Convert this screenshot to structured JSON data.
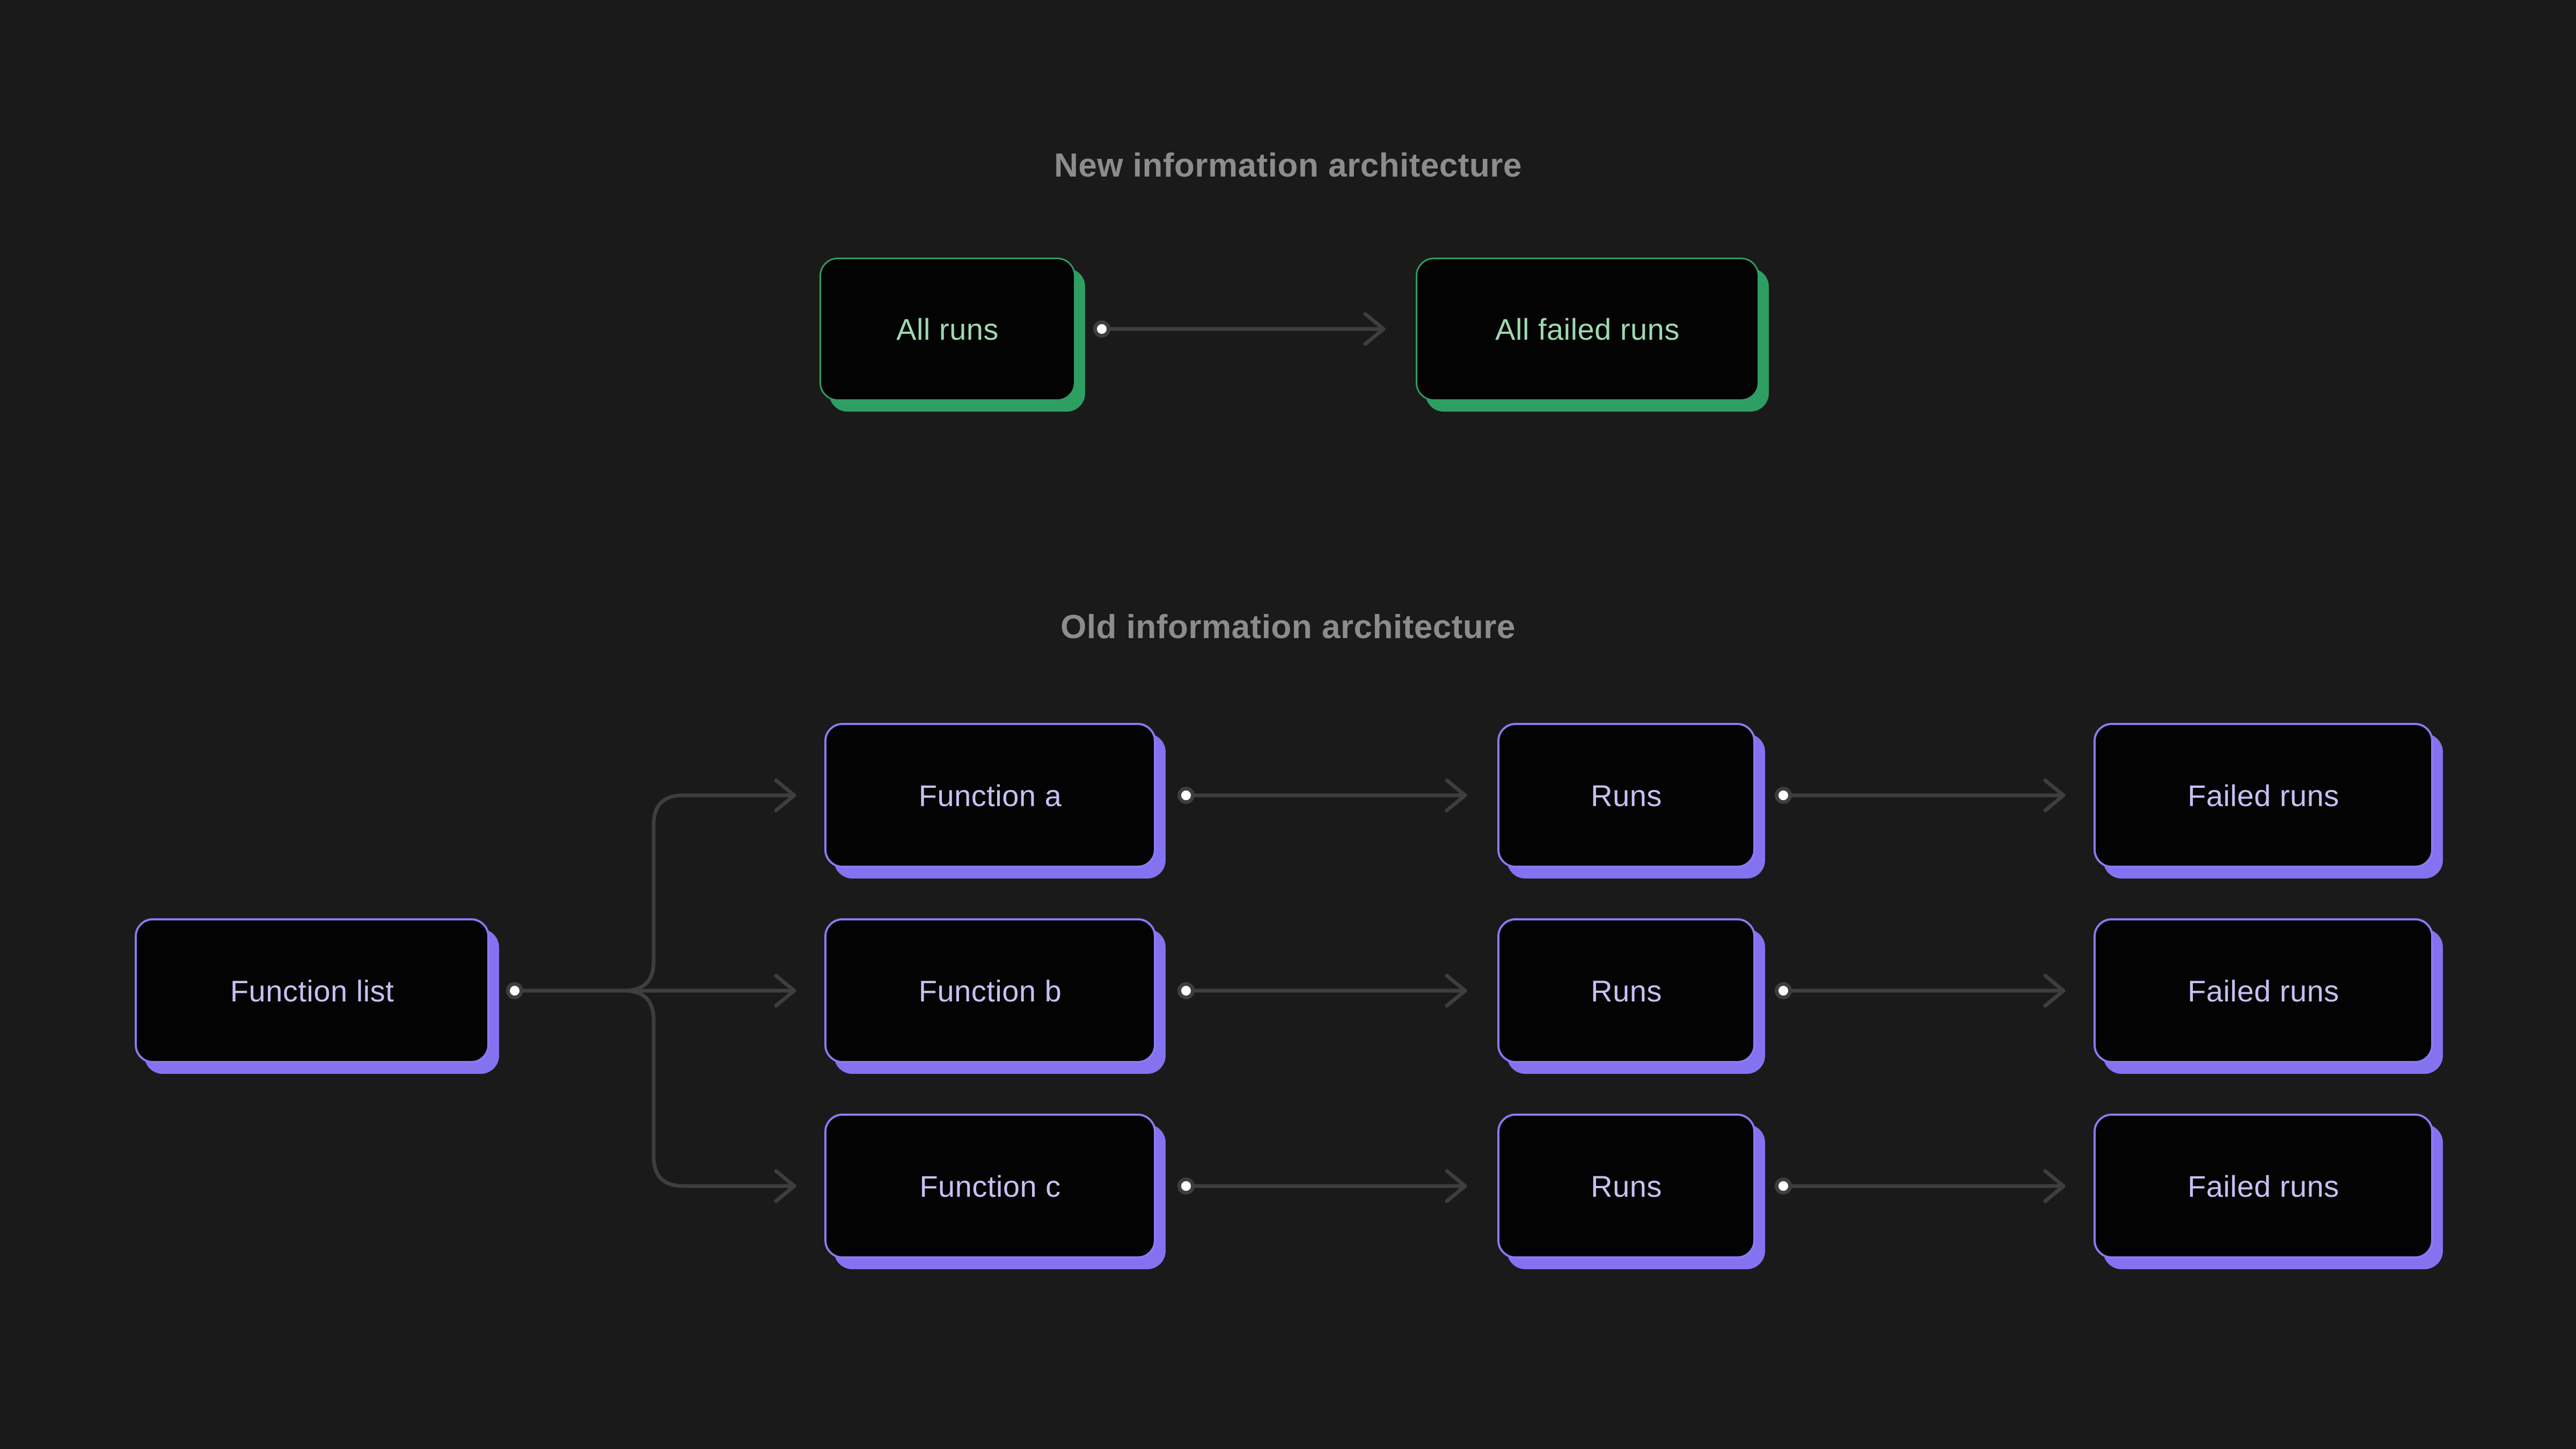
{
  "colors": {
    "bg": "#1a1a1a",
    "box-fill": "#030303",
    "green": "#2f9e63",
    "green-text": "#9fd8af",
    "purple": "#8b7af3",
    "purple-shadow": "#8572f0",
    "purple-text": "#c9bff2",
    "line": "#3e3e3e",
    "dot-ring": "#3e3e3e",
    "dot-core": "#ffffff",
    "title": "#8c8c8c"
  },
  "sections": {
    "new": {
      "title": "New information architecture",
      "nodes": {
        "all_runs": {
          "label": "All runs"
        },
        "all_failed_runs": {
          "label": "All failed runs"
        }
      }
    },
    "old": {
      "title": "Old information architecture",
      "nodes": {
        "function_list": {
          "label": "Function list"
        },
        "function_a": {
          "label": "Function a"
        },
        "function_b": {
          "label": "Function b"
        },
        "function_c": {
          "label": "Function c"
        },
        "runs_a": {
          "label": "Runs"
        },
        "runs_b": {
          "label": "Runs"
        },
        "runs_c": {
          "label": "Runs"
        },
        "failed_runs_a": {
          "label": "Failed runs"
        },
        "failed_runs_b": {
          "label": "Failed runs"
        },
        "failed_runs_c": {
          "label": "Failed runs"
        }
      }
    }
  }
}
